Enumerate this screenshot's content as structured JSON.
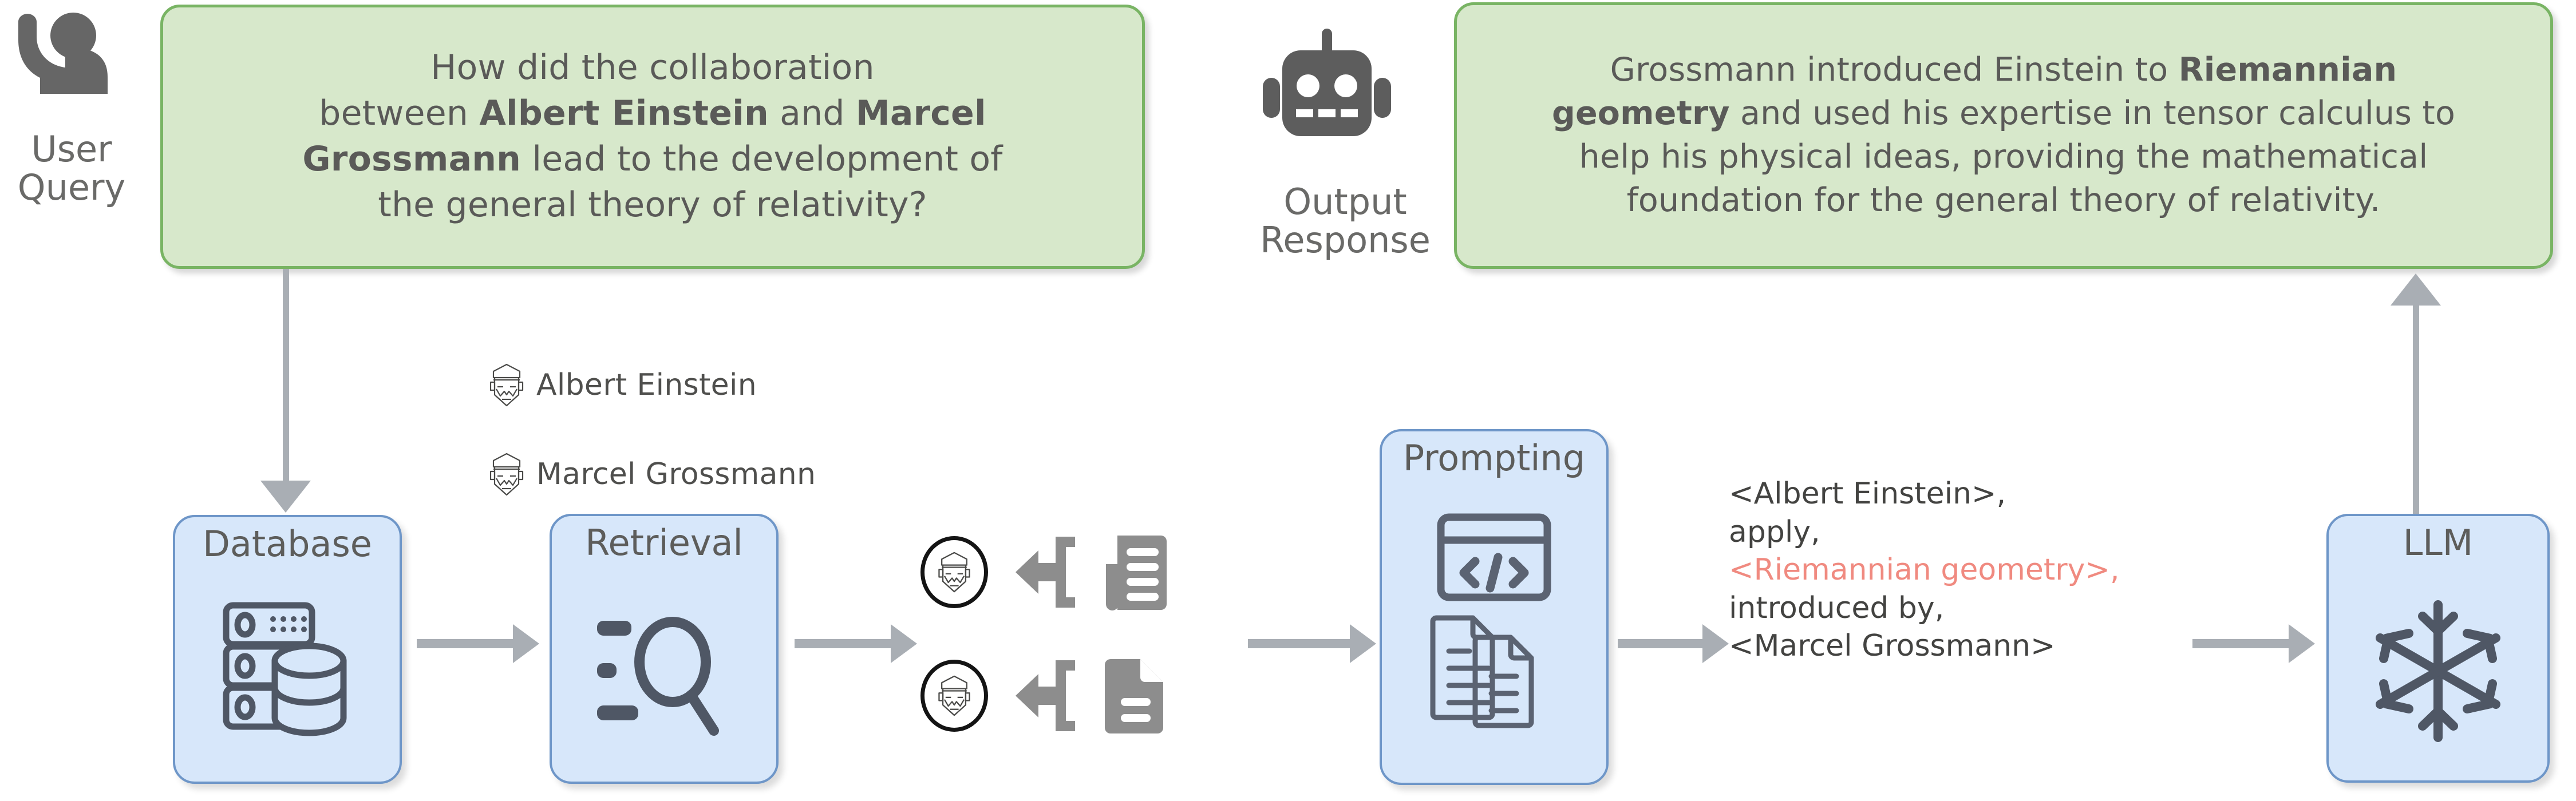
{
  "user": {
    "icon": "person-raising-hand-icon",
    "caption": "User\nQuery"
  },
  "query_bubble": {
    "line1": "How did the collaboration",
    "line2_a": "between ",
    "line2_b": "Albert Einstein",
    "line2_c": " and ",
    "line2_d": "Marcel",
    "line3_a": "Grossmann",
    "line3_b": " lead to the development of",
    "line4": "the general theory of relativity?"
  },
  "output": {
    "icon": "robot-icon",
    "caption": "Output\nResponse"
  },
  "response_bubble": {
    "line1_a": "Grossmann introduced Einstein to ",
    "line1_b": "Riemannian",
    "line2_a": "geometry",
    "line2_b": " and used his expertise in tensor calculus to",
    "line3": "help his physical ideas, providing the mathematical",
    "line4": "foundation for the general theory of relativity."
  },
  "entities": [
    {
      "icon": "einstein-face-icon",
      "label": "Albert Einstein"
    },
    {
      "icon": "grossmann-face-icon",
      "label": "Marcel Grossmann"
    }
  ],
  "retrieved_pairs": [
    {
      "face_icon": "einstein-face-circle-icon",
      "link_icon": "retrieve-arrow-icon",
      "doc_icon": "document-lines-icon"
    },
    {
      "face_icon": "grossmann-face-circle-icon",
      "link_icon": "retrieve-arrow-icon",
      "doc_icon": "document-page-icon"
    }
  ],
  "nodes": {
    "database": {
      "label": "Database",
      "icon": "database-server-icon"
    },
    "retrieval": {
      "label": "Retrieval",
      "icon": "search-list-icon"
    },
    "prompting": {
      "label": "Prompting",
      "icon": "code-window-documents-icon"
    },
    "llm": {
      "label": "LLM",
      "icon": "snowflake-frozen-icon"
    }
  },
  "triple": {
    "line1": "<Albert Einstein>,",
    "line2": "apply,",
    "line3": "<Riemannian geometry>,",
    "line4": "introduced by,",
    "line5": "<Marcel Grossmann>"
  },
  "colors": {
    "bubble_fill": "#d7e8cb",
    "bubble_border": "#79b464",
    "node_fill": "#d7e7fa",
    "node_border": "#6e96c8",
    "arrow": "#a9aeb4",
    "text": "#5a5a58",
    "highlight": "#f08a80"
  }
}
